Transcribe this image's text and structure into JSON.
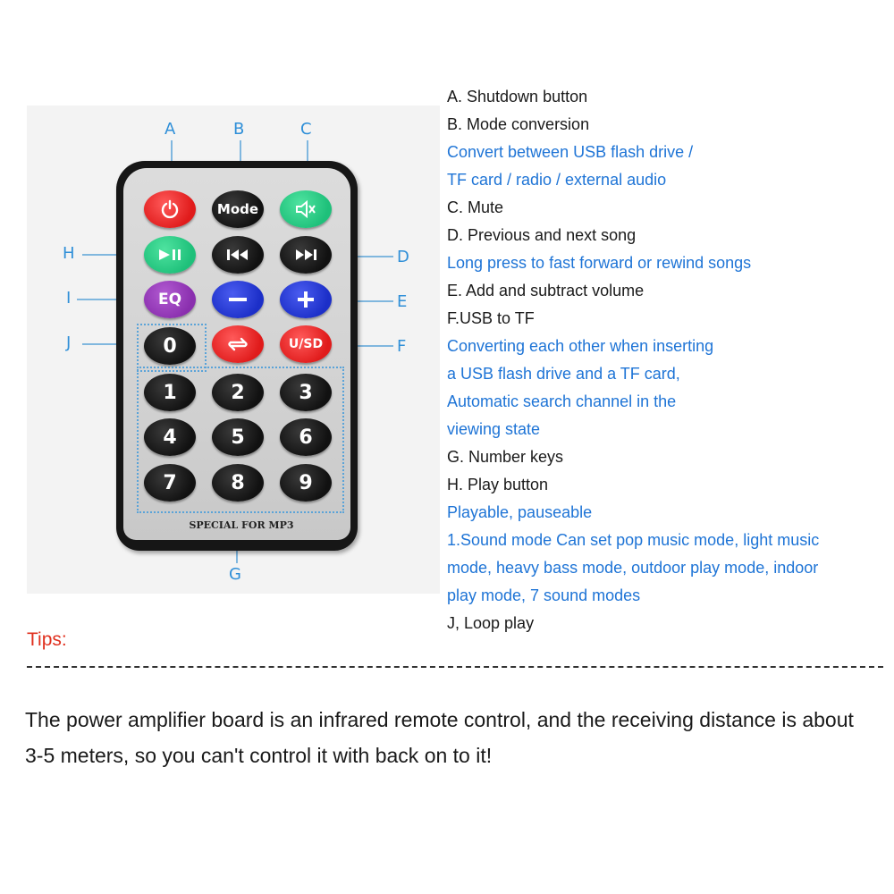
{
  "remote": {
    "callouts": {
      "A": "A",
      "B": "B",
      "C": "C",
      "D": "D",
      "E": "E",
      "F": "F",
      "G": "G",
      "H": "H",
      "I": "I",
      "J": "J"
    },
    "buttons": {
      "mode": "Mode",
      "eq": "EQ",
      "usd": "U/SD",
      "n0": "0",
      "n1": "1",
      "n2": "2",
      "n3": "3",
      "n4": "4",
      "n5": "5",
      "n6": "6",
      "n7": "7",
      "n8": "8",
      "n9": "9"
    },
    "label": "SPECIAL FOR MP3",
    "colors": {
      "red": "#e01b1b",
      "green": "#1ec07a",
      "blue": "#1c2fc8",
      "purple": "#8a2fae",
      "dark": "#111111",
      "callout": "#2f8fd8"
    },
    "icons": [
      "power-icon",
      "mute-icon",
      "play-pause-icon",
      "previous-icon",
      "next-icon",
      "minus-icon",
      "plus-icon",
      "loop-icon"
    ]
  },
  "legend": [
    {
      "text": "A. Shutdown button",
      "style": "black"
    },
    {
      "text": "B. Mode conversion",
      "style": "black"
    },
    {
      "text": "Convert between USB flash drive /",
      "style": "blue"
    },
    {
      "text": "TF card / radio / external audio",
      "style": "blue"
    },
    {
      "text": "C. Mute",
      "style": "black"
    },
    {
      "text": "D. Previous and next song",
      "style": "black"
    },
    {
      "text": "Long press to fast forward or rewind songs",
      "style": "blue"
    },
    {
      "text": "E. Add and subtract volume",
      "style": "black"
    },
    {
      "text": "F.USB to TF",
      "style": "black"
    },
    {
      "text": "Converting each other when inserting",
      "style": "blue"
    },
    {
      "text": "a USB flash drive and a TF card,",
      "style": "blue"
    },
    {
      "text": "Automatic search channel in the",
      "style": "blue"
    },
    {
      "text": "viewing state",
      "style": "blue"
    },
    {
      "text": "G. Number keys",
      "style": "black"
    },
    {
      "text": "H. Play button",
      "style": "black"
    },
    {
      "text": "Playable, pauseable",
      "style": "blue"
    },
    {
      "text": "1.Sound mode Can set pop music mode, light music",
      "style": "blue"
    },
    {
      "text": "mode, heavy bass mode, outdoor play mode, indoor",
      "style": "blue"
    },
    {
      "text": "play mode, 7 sound modes",
      "style": "blue"
    },
    {
      "text": "J, Loop play",
      "style": "black"
    }
  ],
  "tips": {
    "label": "Tips:",
    "color": "#e0301e",
    "text": "The power amplifier board is an infrared remote control, and the receiving distance is about 3-5 meters, so you can't control it with back on to it!"
  }
}
